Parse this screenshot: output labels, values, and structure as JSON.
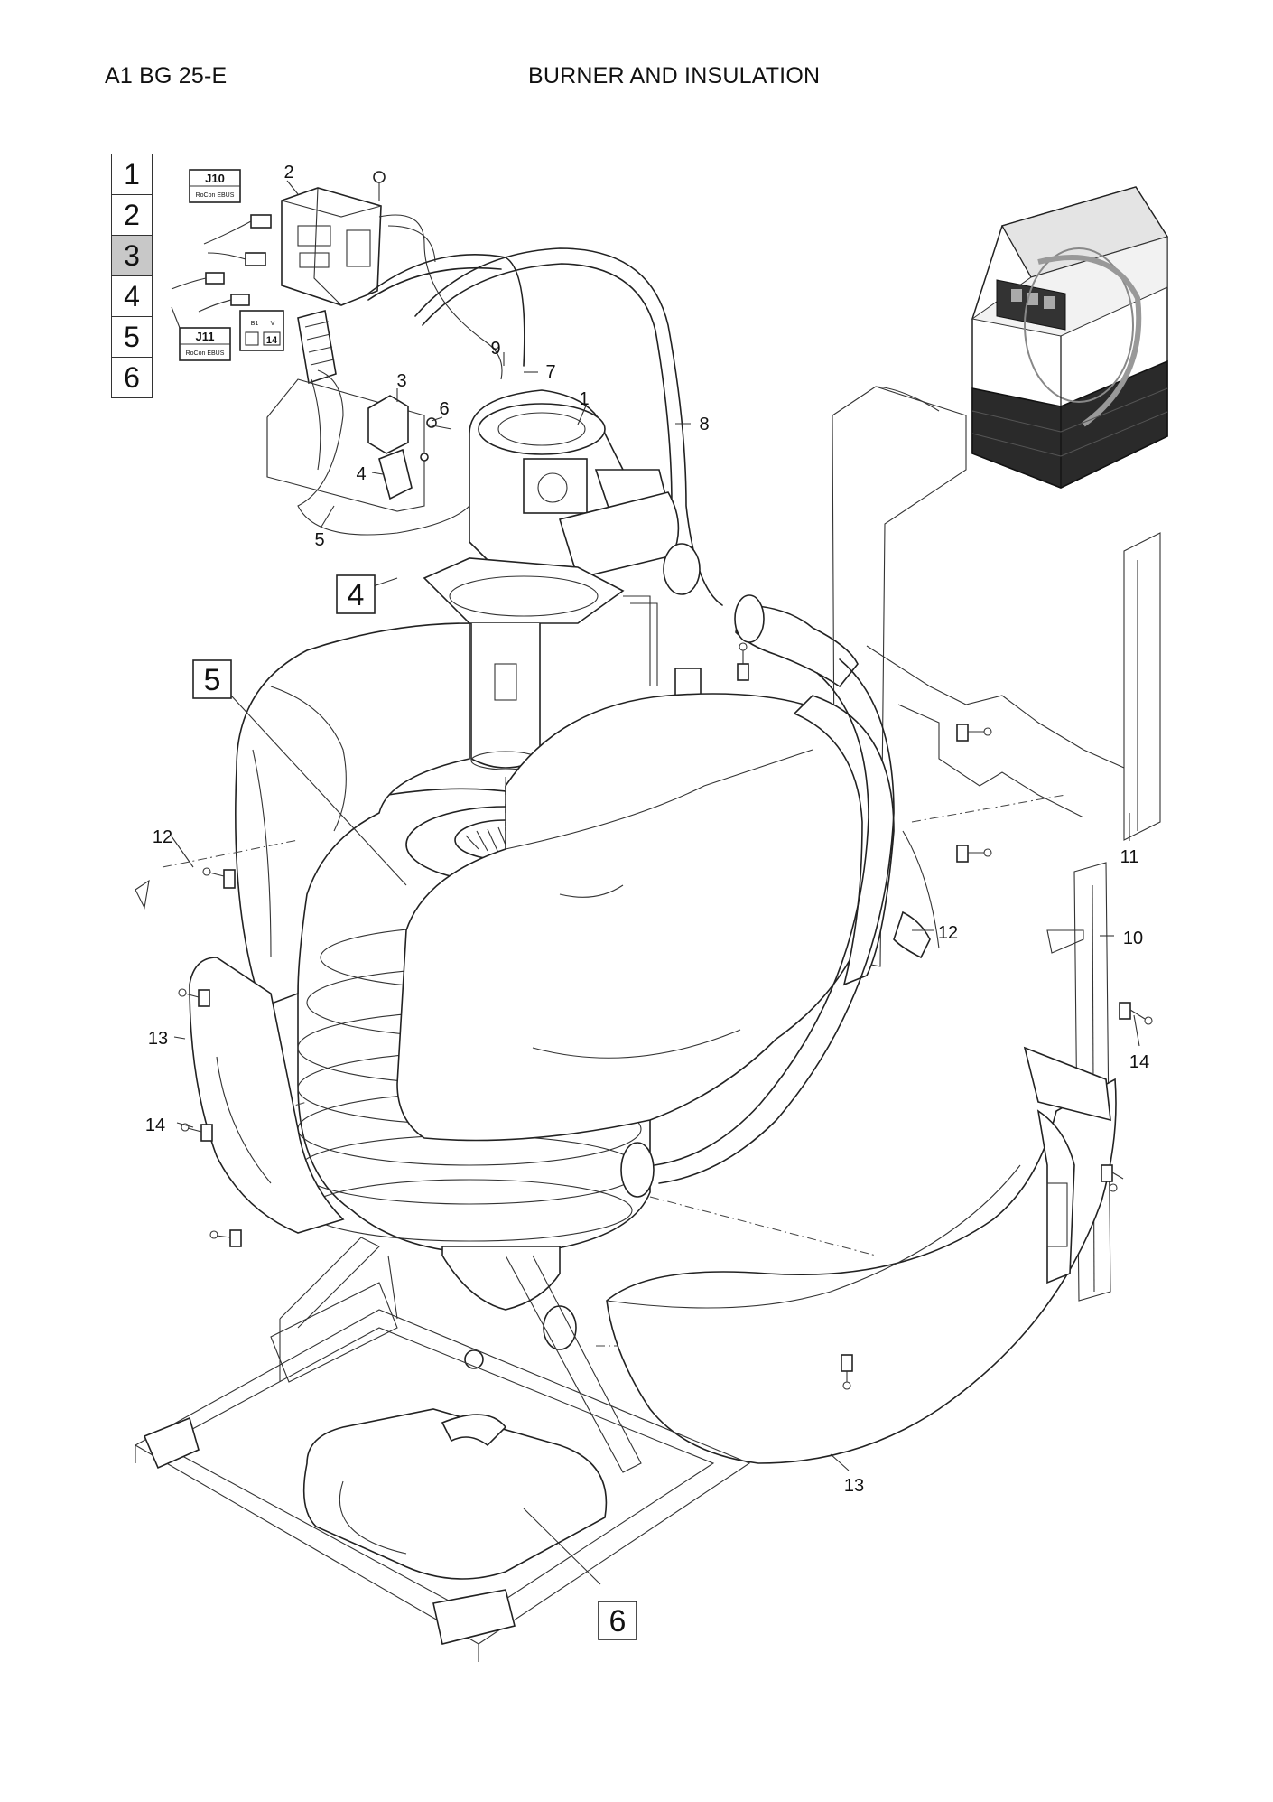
{
  "header": {
    "doc_code": "A1 BG 25-E",
    "title": "BURNER AND INSULATION"
  },
  "section_nav": {
    "items": [
      "1",
      "2",
      "3",
      "4",
      "5",
      "6"
    ],
    "active": "3"
  },
  "connectors": {
    "j10": {
      "label": "J10",
      "sub": "RoCon EBUS"
    },
    "j11": {
      "label": "J11",
      "sub": "RoCon EBUS"
    },
    "j11_pins": {
      "pin_a": "B1",
      "pin_b": "V",
      "pin_num": "14"
    }
  },
  "callouts": {
    "c1": "1",
    "c2": "2",
    "c3": "3",
    "c4": "4",
    "c5": "5",
    "c6": "6",
    "c7": "7",
    "c8": "8",
    "c9": "9",
    "c10": "10",
    "c11": "11",
    "c12a": "12",
    "c12b": "12",
    "c13a": "13",
    "c13b": "13",
    "c14a": "14",
    "c14b": "14"
  },
  "section_boxes": {
    "b4": "4",
    "b5": "5",
    "b6": "6"
  },
  "colors": {
    "line": "#222222",
    "active_section": "#c8c8c8",
    "thumbnail_base": "#2a2a2a"
  }
}
